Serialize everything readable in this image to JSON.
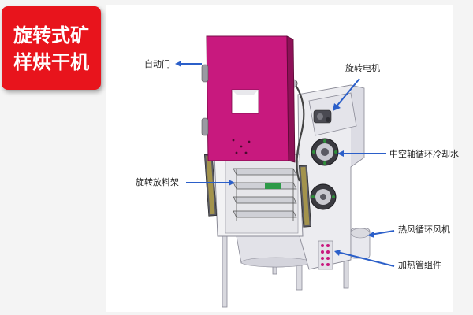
{
  "title_badge": {
    "line1": "旋转式矿",
    "line2": "样烘干机"
  },
  "labels": {
    "auto_door": "自动门",
    "rotary_motor": "旋转电机",
    "hollow_shaft_cooling": "中空轴循环冷却水",
    "rotary_rack": "旋转放料架",
    "hot_air_fan": "热风循环风机",
    "heating_tube": "加热管组件"
  },
  "colors": {
    "door": "#c8197e",
    "arrow": "#2b5fc9",
    "badge": "#e8141c",
    "body": "#ececf0",
    "frame_line": "#8a8a96"
  }
}
